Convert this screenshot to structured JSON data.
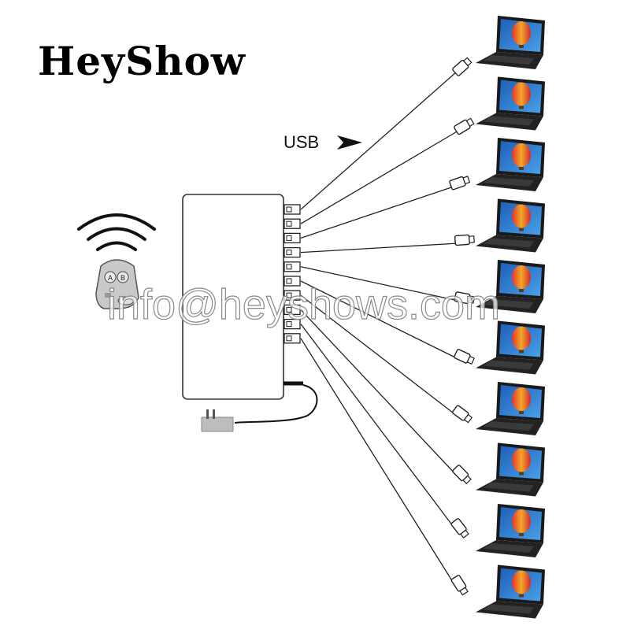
{
  "brand": {
    "logo_text": "HeyShow"
  },
  "labels": {
    "usb": "USB"
  },
  "watermark": {
    "text": "info@heyshows.com"
  },
  "remote": {
    "button_a": "A",
    "button_b": "B"
  },
  "diagram": {
    "usb_port_count": 10,
    "laptop_count": 10,
    "colors": {
      "line": "#222222",
      "box_stroke": "#333333",
      "plug_fill": "#bdbdbd",
      "laptop_body": "#1a1a1a"
    }
  }
}
